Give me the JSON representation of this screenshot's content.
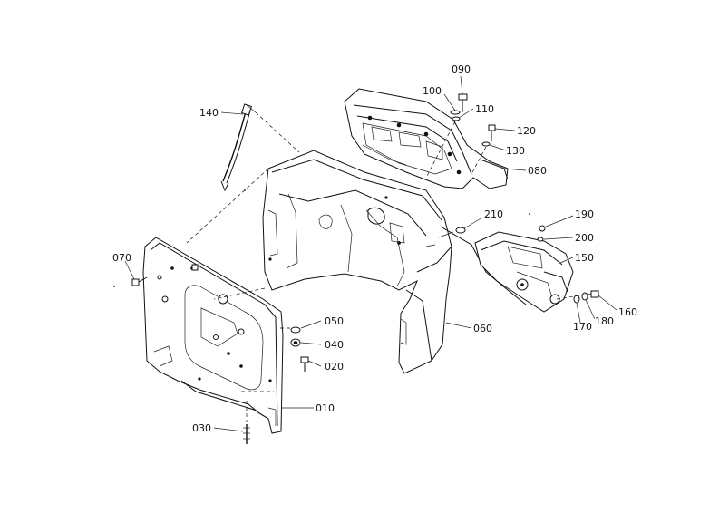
{
  "parts": [
    {
      "id": "p090",
      "label": "090"
    },
    {
      "id": "p100",
      "label": "100"
    },
    {
      "id": "p110",
      "label": "110"
    },
    {
      "id": "p120",
      "label": "120"
    },
    {
      "id": "p130",
      "label": "130"
    },
    {
      "id": "p080",
      "label": "080"
    },
    {
      "id": "p140",
      "label": "140"
    },
    {
      "id": "p210",
      "label": "210"
    },
    {
      "id": "p190",
      "label": "190"
    },
    {
      "id": "p200",
      "label": "200"
    },
    {
      "id": "p150",
      "label": "150"
    },
    {
      "id": "p160",
      "label": "160"
    },
    {
      "id": "p170",
      "label": "170"
    },
    {
      "id": "p180",
      "label": "180"
    },
    {
      "id": "p070",
      "label": "070"
    },
    {
      "id": "p050",
      "label": "050"
    },
    {
      "id": "p040",
      "label": "040"
    },
    {
      "id": "p020",
      "label": "020"
    },
    {
      "id": "p060",
      "label": "060"
    },
    {
      "id": "p010",
      "label": "010"
    },
    {
      "id": "p030",
      "label": "030"
    }
  ]
}
